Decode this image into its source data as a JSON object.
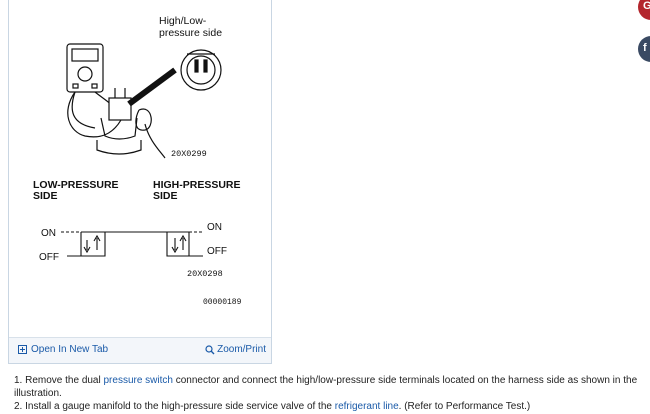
{
  "figure": {
    "label_high_low": "High/Low-\npressure side",
    "code_top": "20X0299",
    "low_side_label": "LOW-PRESSURE\nSIDE",
    "high_side_label": "HIGH-PRESSURE\nSIDE",
    "on_left": "ON",
    "off_left": "OFF",
    "on_right": "ON",
    "off_right": "OFF",
    "code_mid": "20X0298",
    "code_bottom": "00000189"
  },
  "toolbar": {
    "open_new_tab": "Open In New Tab",
    "zoom_print": "Zoom/Print"
  },
  "instructions": {
    "step1_pre": "1. Remove the dual ",
    "step1_link": "pressure switch",
    "step1_post": " connector and connect the high/low-pressure side terminals located on the harness side as shown in the illustration.",
    "step2_pre": "2. Install a gauge manifold to the high-pressure side service valve of the ",
    "step2_link": "refrigerant line",
    "step2_post": ". (Refer to Performance Test.)"
  },
  "side_buttons": {
    "top": "G",
    "bottom": "f"
  }
}
